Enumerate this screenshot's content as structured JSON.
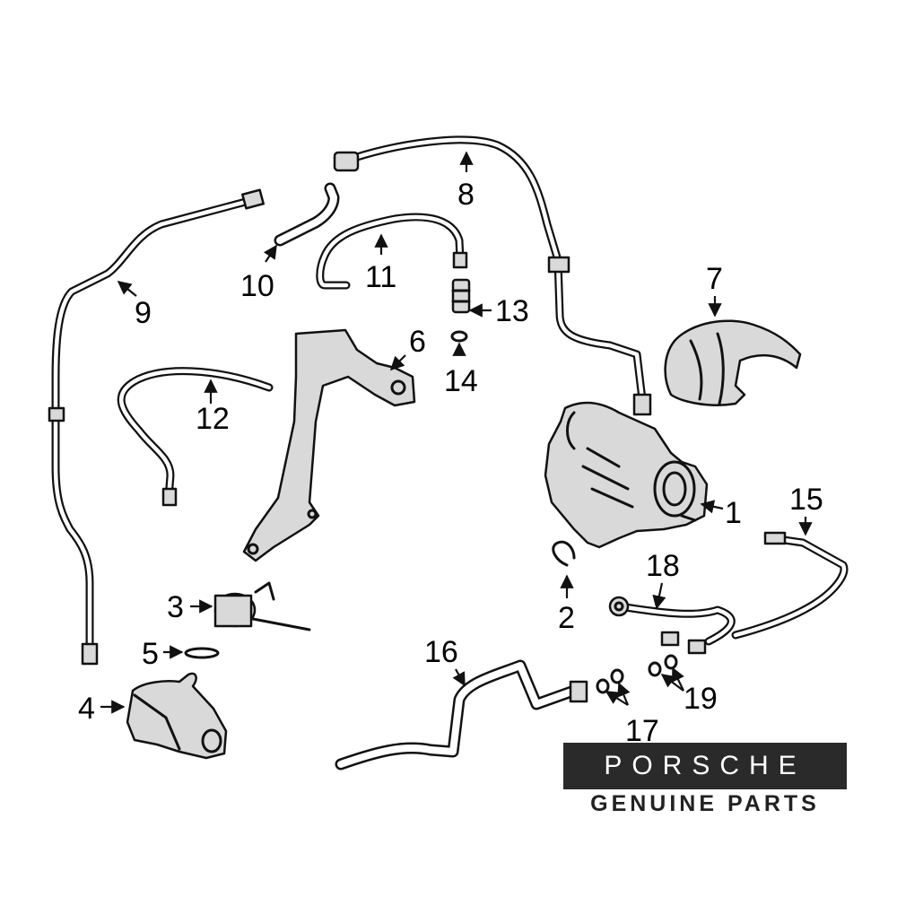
{
  "callouts": {
    "c1": "1",
    "c2": "2",
    "c3": "3",
    "c4": "4",
    "c5": "5",
    "c6": "6",
    "c7": "7",
    "c8": "8",
    "c9": "9",
    "c10": "10",
    "c11": "11",
    "c12": "12",
    "c13": "13",
    "c14": "14",
    "c15": "15",
    "c16": "16",
    "c17": "17",
    "c18": "18",
    "c19": "19"
  },
  "brand": {
    "wordmark": "PORSCHE",
    "subtitle": "GENUINE PARTS"
  }
}
